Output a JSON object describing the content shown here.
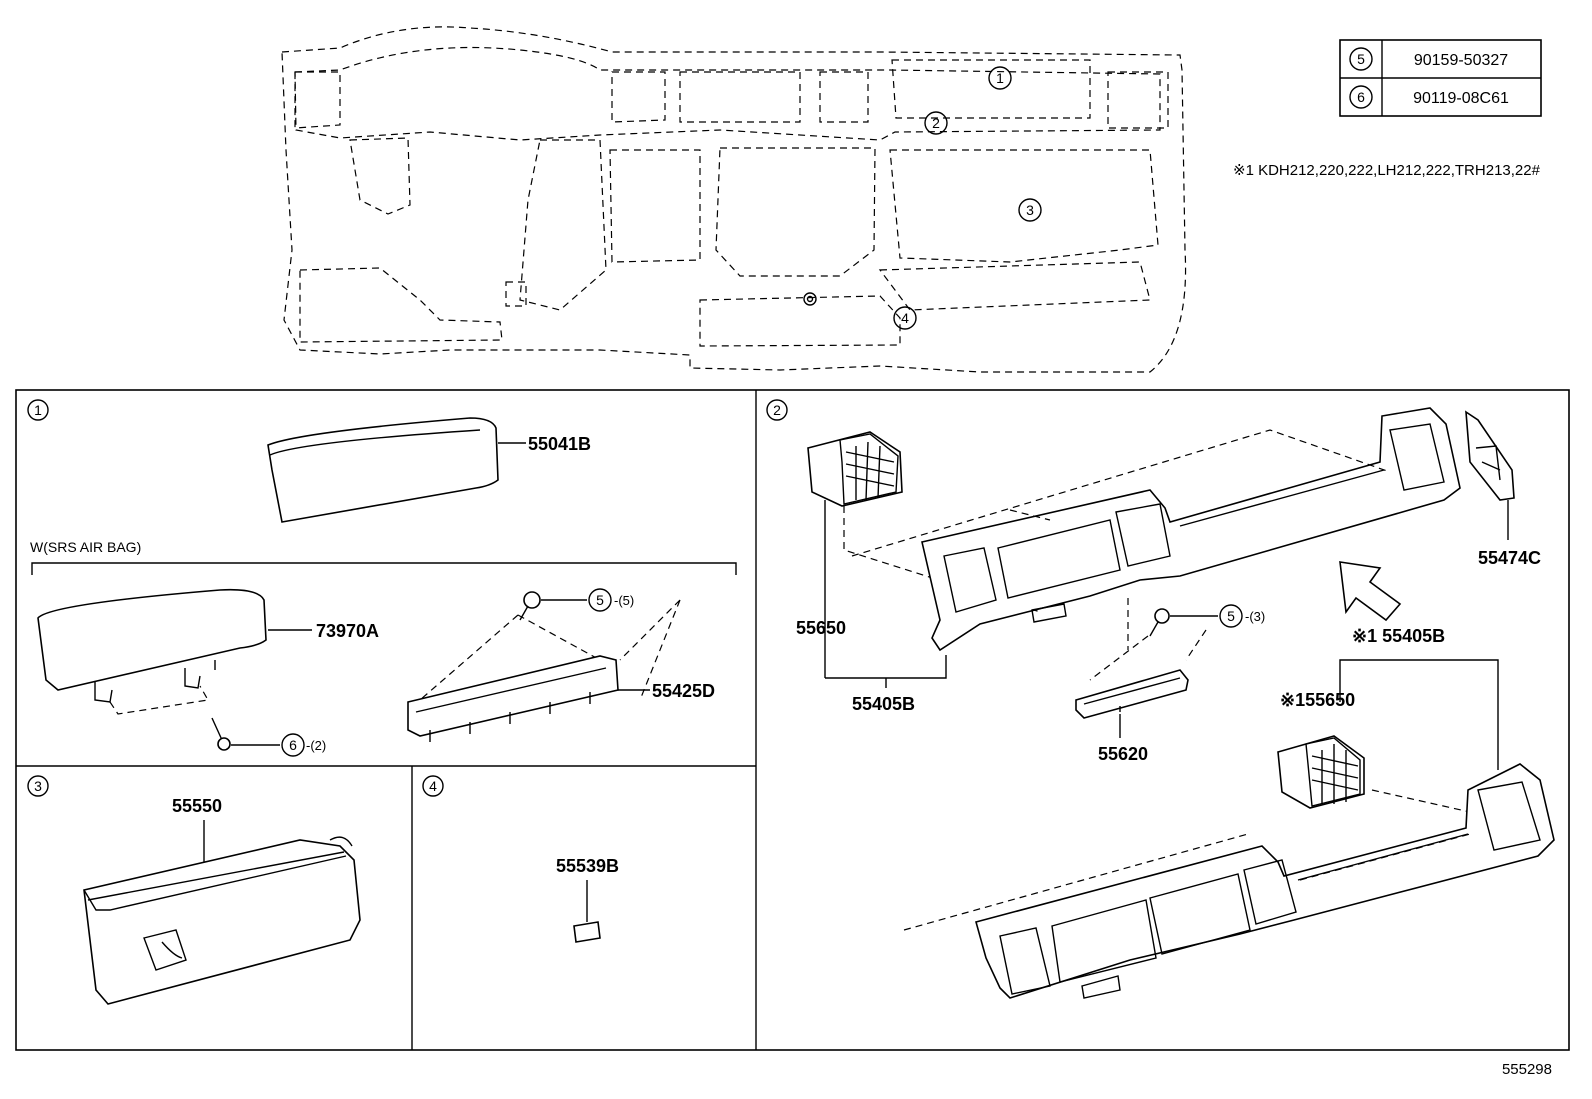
{
  "overview": {
    "callouts": [
      "1",
      "2",
      "3",
      "4"
    ]
  },
  "legend": {
    "rows": [
      {
        "ref": "5",
        "part": "90159-50327"
      },
      {
        "ref": "6",
        "part": "90119-08C61"
      }
    ]
  },
  "footnote": "※1 KDH212,220,222,LH212,222,TRH213,22#",
  "panel1": {
    "tag": "1",
    "condition": "W(SRS AIR BAG)",
    "parts": {
      "p55041B": "55041B",
      "p73970A": "73970A",
      "p55425D": "55425D"
    },
    "refs": {
      "r5_ref": "5",
      "r5_qty": "-(5)",
      "r6_ref": "6",
      "r6_qty": "-(2)"
    }
  },
  "panel2": {
    "tag": "2",
    "parts": {
      "p55474C": "55474C",
      "p55650": "55650",
      "p55405B": "55405B",
      "p55620": "55620",
      "p55405B_alt": "※1 55405B",
      "p55650_alt": "※155650"
    },
    "refs": {
      "r5_ref": "5",
      "r5_qty": "-(3)"
    }
  },
  "panel3": {
    "tag": "3",
    "part": "55550"
  },
  "panel4": {
    "tag": "4",
    "part": "55539B"
  },
  "illustration_no": "555298"
}
